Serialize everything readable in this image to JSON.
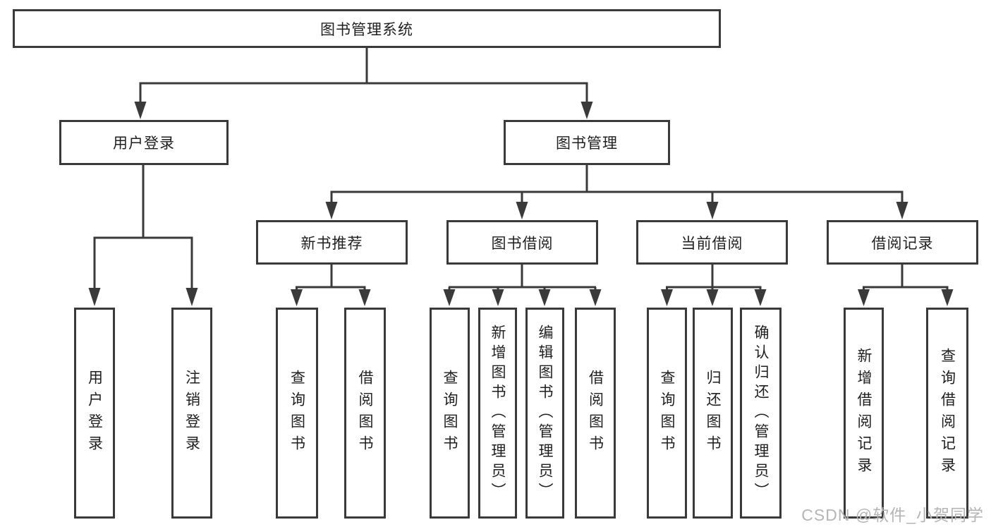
{
  "diagram": {
    "nodes": {
      "root": "图书管理系统",
      "userLogin": "用户登录",
      "bookMgmt": "图书管理",
      "newBookRec": "新书推荐",
      "bookBorrow": "图书借阅",
      "currentBorrow": "当前借阅",
      "borrowRecords": "借阅记录",
      "userLoginLeaf": "用户登录",
      "logoutLeaf": "注销登录",
      "queryBook1": "查询图书",
      "borrowBook1": "借阅图书",
      "queryBook2": "查询图书",
      "addBookAdmin": "新增图书（管理员）",
      "editBookAdmin": "编辑图书（管理员）",
      "borrowBook2": "借阅图书",
      "queryBook3": "查询图书",
      "returnBook": "归还图书",
      "confirmReturnAdmin": "确认归还（管理员）",
      "addBorrowRecord": "新增借阅记录",
      "queryBorrowRecord": "查询借阅记录"
    }
  },
  "watermark": {
    "text": "CSDN @软件_小贺同学"
  },
  "colors": {
    "line": "#3a3a3a",
    "text": "#1f1f1f",
    "watermark": "#b5b5b5",
    "background": "#ffffff"
  }
}
